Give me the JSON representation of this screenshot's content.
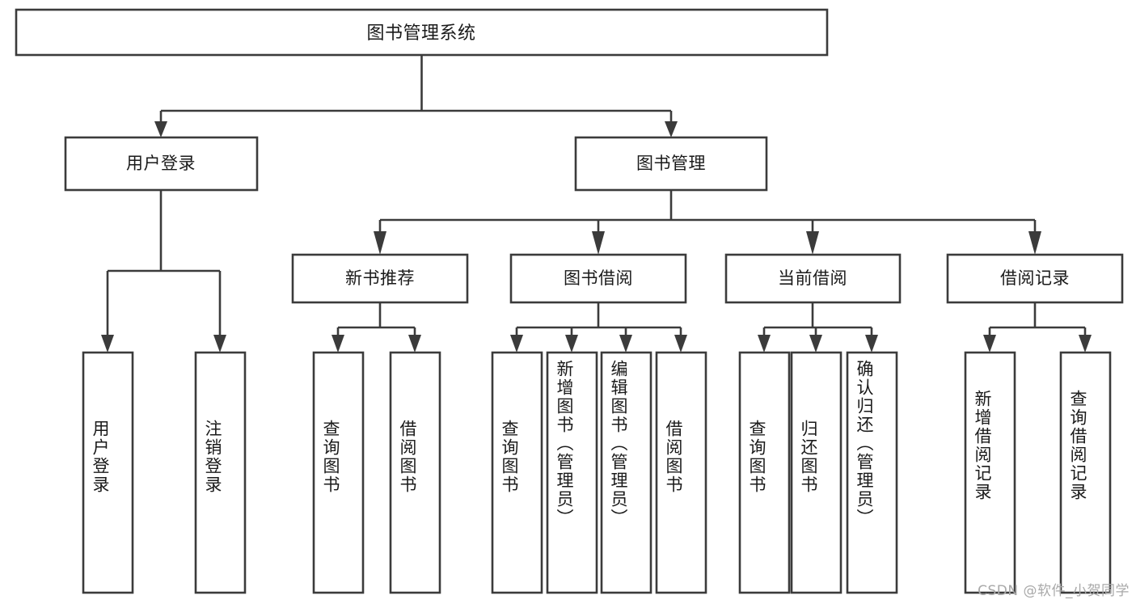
{
  "diagram": {
    "type": "tree",
    "title": "图书管理系统",
    "orientation": "top-down",
    "colors": {
      "box_fill": "#ffffff",
      "box_stroke": "#3b3b3b",
      "text": "#1a1a1a",
      "background": "#ffffff",
      "watermark": "#a9a9a9"
    },
    "root": {
      "label": "图书管理系统"
    },
    "level1": [
      {
        "label": "用户登录"
      },
      {
        "label": "图书管理"
      }
    ],
    "level2": [
      {
        "label": "新书推荐"
      },
      {
        "label": "图书借阅"
      },
      {
        "label": "当前借阅"
      },
      {
        "label": "借阅记录"
      }
    ],
    "leaves": {
      "user_login": [
        {
          "label": "用户登录"
        },
        {
          "label": "注销登录"
        }
      ],
      "new_book_recommend": [
        {
          "label": "查询图书"
        },
        {
          "label": "借阅图书"
        }
      ],
      "book_borrow": [
        {
          "label": "查询图书"
        },
        {
          "label": "新增图书（管理员）"
        },
        {
          "label": "编辑图书（管理员）"
        },
        {
          "label": "借阅图书"
        }
      ],
      "current_borrow": [
        {
          "label": "查询图书"
        },
        {
          "label": "归还图书"
        },
        {
          "label": "确认归还（管理员）"
        }
      ],
      "borrow_record": [
        {
          "label": "新增借阅记录"
        },
        {
          "label": "查询借阅记录"
        }
      ]
    }
  },
  "watermark": {
    "text": "CSDN @软件_小贺同学"
  }
}
